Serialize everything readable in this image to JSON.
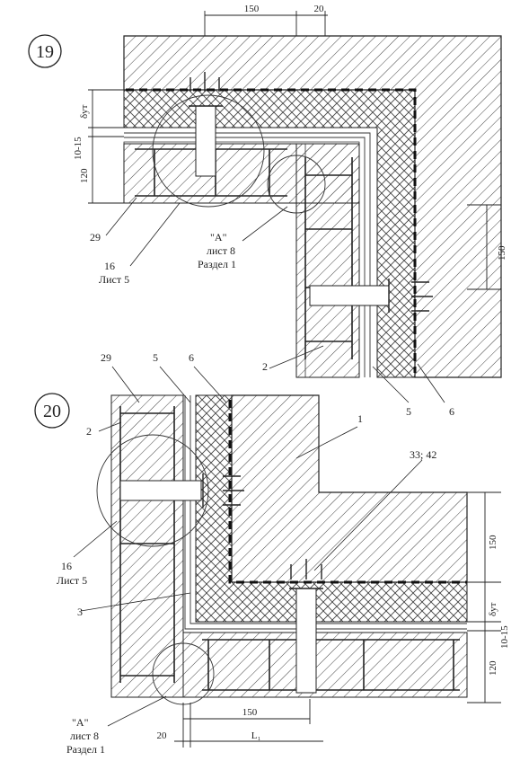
{
  "detail_19": {
    "number": "19",
    "dim_top_150": "150",
    "dim_top_20": "20",
    "dim_delta": "δут",
    "dim_gap": "10-15",
    "dim_120": "120",
    "dim_right_150": "150",
    "callouts": {
      "c29": "29",
      "c16": "16",
      "c16_sheet": "Лист 5",
      "a_label": "\"A\"",
      "a_sheet": "лист 8",
      "a_section": "Раздел 1",
      "c2": "2",
      "c5": "5",
      "c6": "6"
    }
  },
  "detail_20": {
    "number": "20",
    "callouts": {
      "c29": "29",
      "c5": "5",
      "c6": "6",
      "c2": "2",
      "c1": "1",
      "c33_42": "33; 42",
      "c16": "16",
      "c16_sheet": "Лист 5",
      "c3": "3",
      "a_label": "\"A\"",
      "a_sheet": "лист 8",
      "a_section": "Раздел 1"
    },
    "dim_right_150": "150",
    "dim_delta": "δут",
    "dim_gap": "10-15",
    "dim_120": "120",
    "dim_bottom_150": "150",
    "dim_bottom_20": "20",
    "dim_bottom_L": "L₁"
  }
}
